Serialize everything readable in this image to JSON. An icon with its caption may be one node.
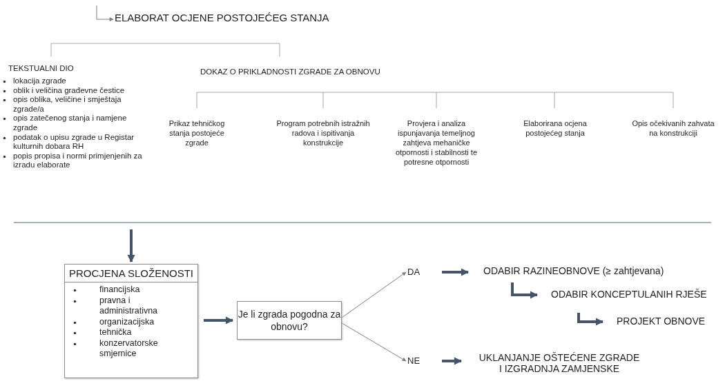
{
  "diagram": {
    "nodes": [
      {
        "text": [
          "ELABORAT OCJENE POSTOJEĆEG STANJA"
        ]
      },
      {
        "text": [
          "TEKSTUALNI DIO",
          "lokacija zgrade",
          "oblik i veličina građevne čestice",
          "opis oblika, veličine i smještaja zgrade/a",
          "opis zatečenog stanja i namjene zgrade",
          "podatak o upisu zgrade u Registar kulturnih dobara RH",
          "popis propisa i normi primjenjenih za izradu elaborate"
        ]
      },
      {
        "text": [
          "DOKAZ O PRIKLADNOSTI ZGRADE ZA OBNOVU"
        ]
      },
      {
        "text": [
          "Prikaz tehničkog stanja postojeće zgrade"
        ]
      },
      {
        "text": [
          "Program potrebnih istražnih radova i ispitivanja konstrukcije"
        ]
      },
      {
        "text": [
          "Provjera i analiza ispunjavanja temeljnog zahtjeva mehaničke otpornosti i stabilnosti te potresne otpornosti"
        ]
      },
      {
        "text": [
          "Elaborirana ocjena postojećeg stanja"
        ]
      },
      {
        "text": [
          "Opis očekivanih zahvata na konstrukciji"
        ]
      },
      {
        "text": [
          "PROCJENA SLOŽENOSTI",
          "financijska",
          "pravna i administrativna",
          "organizacijska",
          "tehnička",
          "konzervatorske smjernice"
        ]
      },
      {
        "text": [
          "Je li zgrada pogodna za obnovu?"
        ]
      },
      {
        "text": [
          "DA"
        ]
      },
      {
        "text": [
          "NE"
        ]
      },
      {
        "text": [
          "ODABIR RAZINEOBNOVE (≥ zahtjevana)"
        ]
      },
      {
        "text": [
          "ODABIR KONCEPTULANIH RJEŠE"
        ]
      },
      {
        "text": [
          "PROJEKT OBNOVE"
        ]
      },
      {
        "text": [
          "UKLANJANJE OŠTEĆENE ZGRADE I IZGRADNJA ZAMJENSKE"
        ]
      }
    ],
    "edges": [
      {
        "from": null,
        "to": 0,
        "arrow": "to",
        "color": "#7f7f7f"
      },
      {
        "from": null,
        "to": 8,
        "arrow": "to"
      },
      {
        "from": 8,
        "to": 9,
        "arrow": "to"
      },
      {
        "from": 9,
        "to": 10,
        "arrow": "to",
        "color": "#7f7f7f"
      },
      {
        "from": 9,
        "to": 11,
        "arrow": "to",
        "color": "#7f7f7f"
      },
      {
        "from": 10,
        "to": 12,
        "arrow": "to"
      },
      {
        "from": 12,
        "to": 13,
        "arrow": "to"
      },
      {
        "from": 13,
        "to": 14,
        "arrow": "to"
      },
      {
        "from": 11,
        "to": 15,
        "arrow": "to"
      }
    ]
  }
}
